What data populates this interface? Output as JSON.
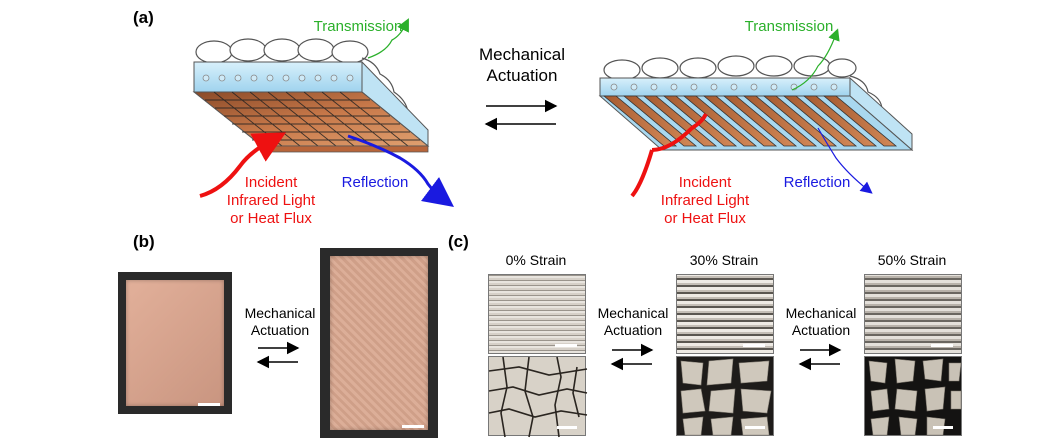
{
  "panel_a": {
    "label": "(a)",
    "left": {
      "transmission": "Transmission",
      "incident": [
        "Incident",
        "Infrared Light",
        "or Heat Flux"
      ],
      "reflection": "Reflection"
    },
    "center": {
      "actuation": [
        "Mechanical",
        "Actuation"
      ]
    },
    "right": {
      "transmission": "Transmission",
      "incident": [
        "Incident",
        "Infrared Light",
        "or Heat Flux"
      ],
      "reflection": "Reflection"
    }
  },
  "panel_b": {
    "label": "(b)",
    "actuation": [
      "Mechanical",
      "Actuation"
    ]
  },
  "panel_c": {
    "label": "(c)",
    "strains": [
      "0% Strain",
      "30% Strain",
      "50% Strain"
    ],
    "actuation_1": [
      "Mechanical",
      "Actuation"
    ],
    "actuation_2": [
      "Mechanical",
      "Actuation"
    ]
  },
  "colors": {
    "incident": "#ee1111",
    "reflection": "#1a1ae0",
    "transmission": "#2bb02b",
    "copper": "#c87a4a",
    "elastomer": "#a9d8ef"
  }
}
